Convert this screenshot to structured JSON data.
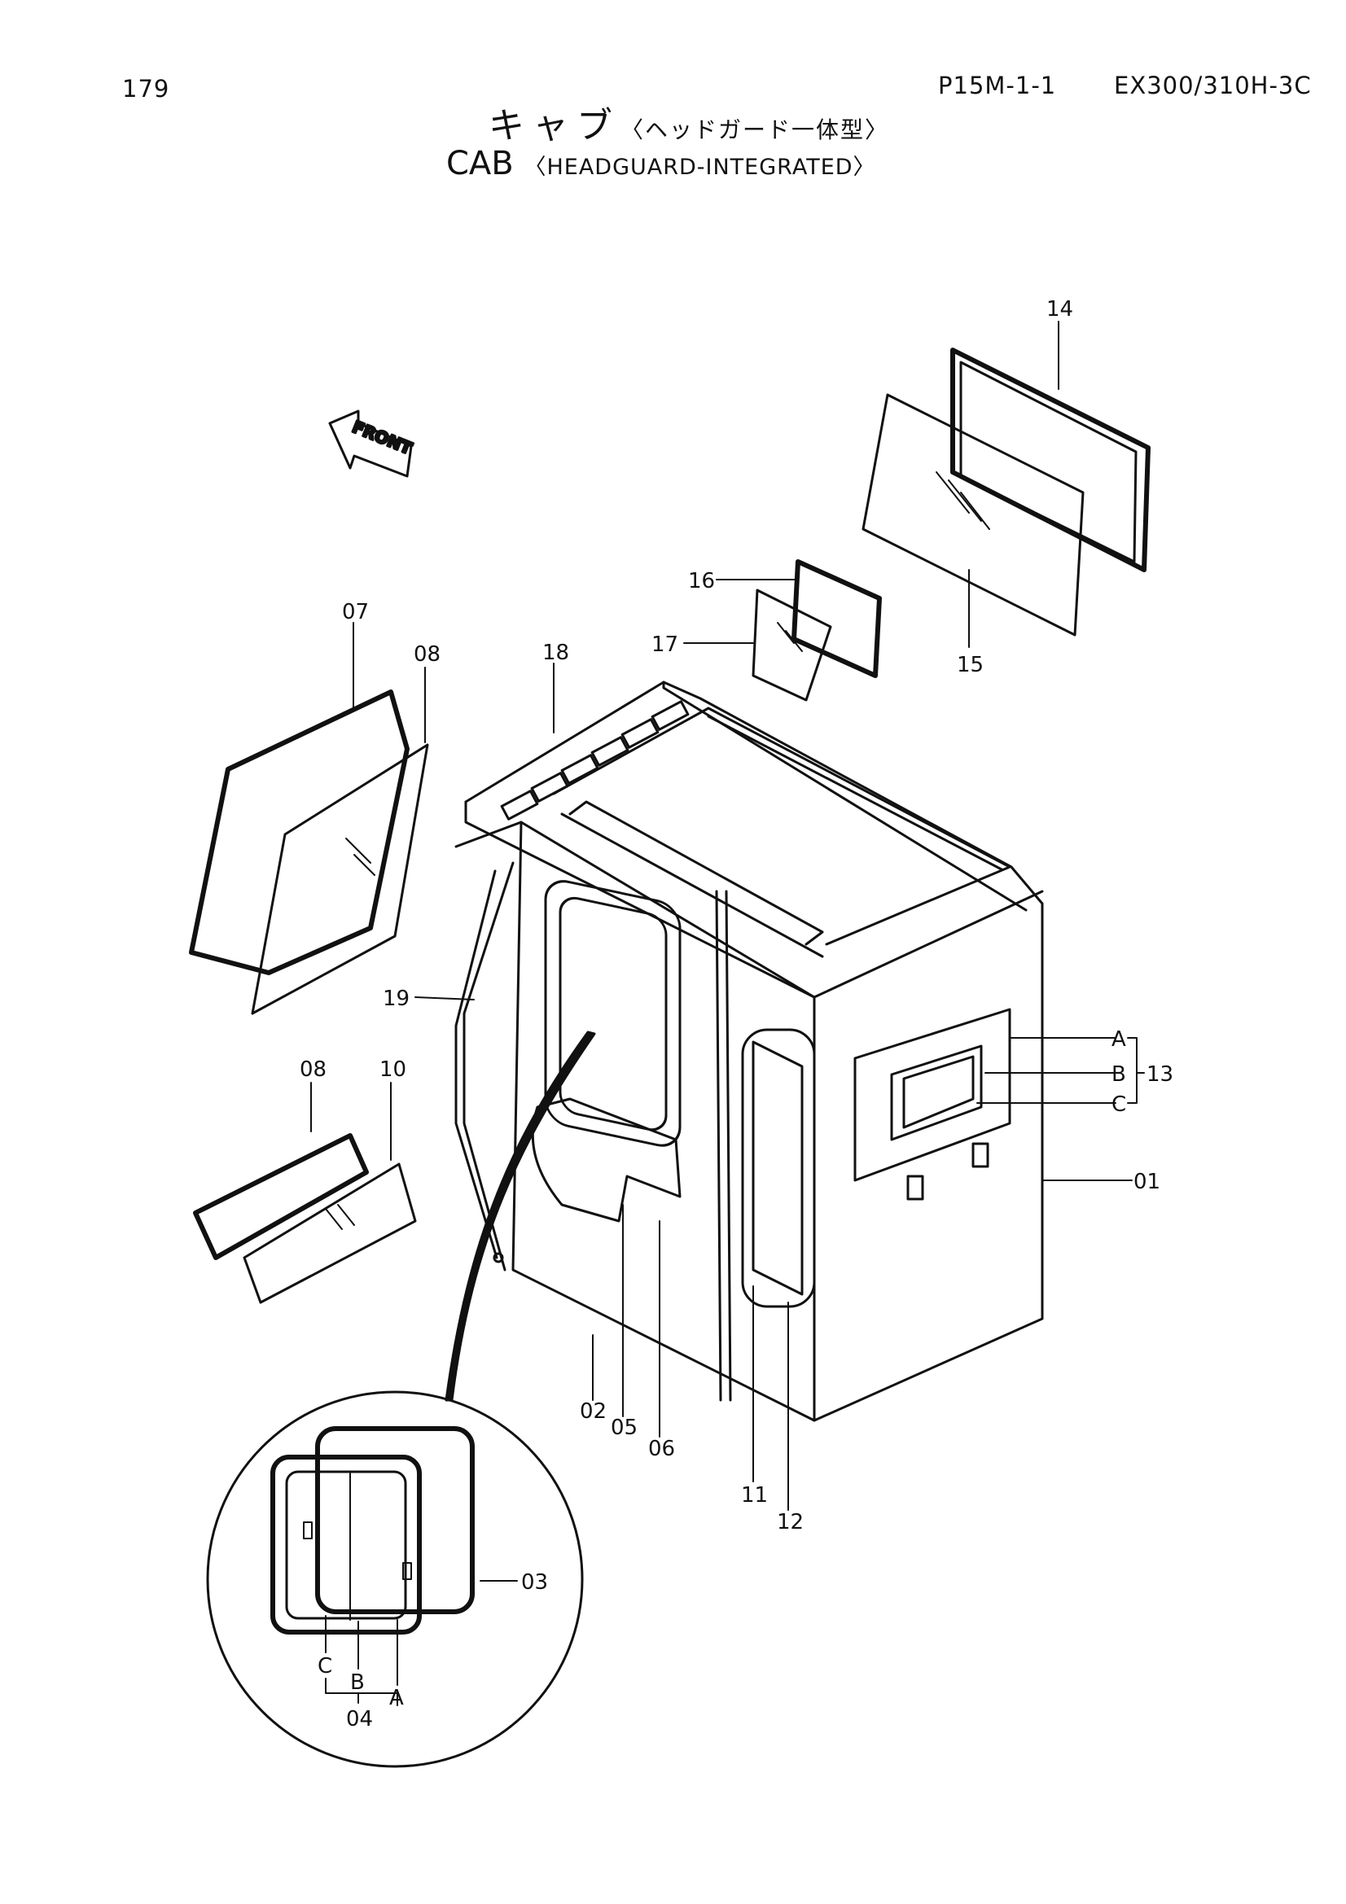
{
  "header": {
    "page_number": "179",
    "ref_code": "P15M-1-1",
    "model": "EX300/310H-3C"
  },
  "title": {
    "jp_main": "キャブ",
    "jp_sub": "〈ヘッドガード一体型〉",
    "en_main": "CAB",
    "en_sub": "〈HEADGUARD-INTEGRATED〉"
  },
  "diagram": {
    "front_arrow": "FRONT",
    "callouts": {
      "c01": "01",
      "c02": "02",
      "c03": "03",
      "c04": "04",
      "c05": "05",
      "c06": "06",
      "c07": "07",
      "c08a": "08",
      "c08b": "08",
      "c10": "10",
      "c11": "11",
      "c12": "12",
      "c13": "13",
      "c14": "14",
      "c15": "15",
      "c16": "16",
      "c17": "17",
      "c18": "18",
      "c19": "19",
      "a1": "A",
      "b1": "B",
      "cc1": "C",
      "a2": "A",
      "b2": "B",
      "cc2": "C"
    }
  }
}
